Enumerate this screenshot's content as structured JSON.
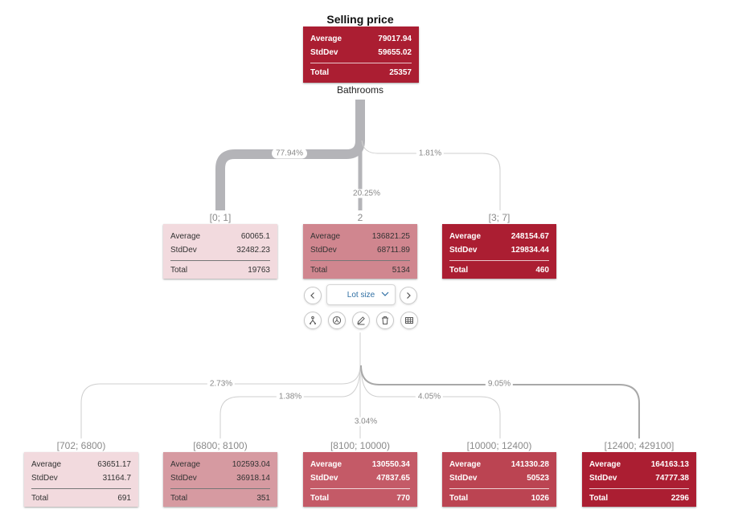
{
  "root": {
    "title": "Selling price",
    "split_variable": "Bathrooms",
    "average_label": "Average",
    "average": "79017.94",
    "stddev_label": "StdDev",
    "stddev": "59655.02",
    "total_label": "Total",
    "total": "25357",
    "color": "#ab1e32"
  },
  "level1": {
    "percent_labels": [
      "77.94%",
      "20.25%",
      "1.81%"
    ],
    "nodes": [
      {
        "label": "[0; 1]",
        "average": "60065.1",
        "stddev": "32482.23",
        "total": "19763",
        "color": "#f2dade"
      },
      {
        "label": "2",
        "average": "136821.25",
        "stddev": "68711.89",
        "total": "5134",
        "color": "#d0868f"
      },
      {
        "label": "[3; 7]",
        "average": "248154.67",
        "stddev": "129834.44",
        "total": "460",
        "color": "#ab1e32"
      }
    ]
  },
  "controls": {
    "dropdown_value": "Lot size",
    "prev_icon": "chevron-left-icon",
    "next_icon": "chevron-right-icon",
    "dropdown_icon": "chevron-down-icon",
    "actions": [
      "split-tree-icon",
      "auto-split-icon",
      "edit-icon",
      "trash-icon",
      "table-icon"
    ]
  },
  "level2": {
    "percent_labels": [
      "2.73%",
      "1.38%",
      "3.04%",
      "4.05%",
      "9.05%"
    ],
    "nodes": [
      {
        "label": "[702; 6800)",
        "average": "63651.17",
        "stddev": "31164.7",
        "total": "691",
        "color": "#f2dade"
      },
      {
        "label": "[6800; 8100)",
        "average": "102593.04",
        "stddev": "36918.14",
        "total": "351",
        "color": "#d69aa1"
      },
      {
        "label": "[8100; 10000)",
        "average": "130550.34",
        "stddev": "47837.65",
        "total": "770",
        "color": "#c45a67"
      },
      {
        "label": "[10000; 12400)",
        "average": "141330.28",
        "stddev": "50523",
        "total": "1026",
        "color": "#bb4452"
      },
      {
        "label": "[12400; 429100]",
        "average": "164163.13",
        "stddev": "74777.38",
        "total": "2296",
        "color": "#ab1e32"
      }
    ]
  },
  "stat_labels": {
    "average": "Average",
    "stddev": "StdDev",
    "total": "Total"
  }
}
